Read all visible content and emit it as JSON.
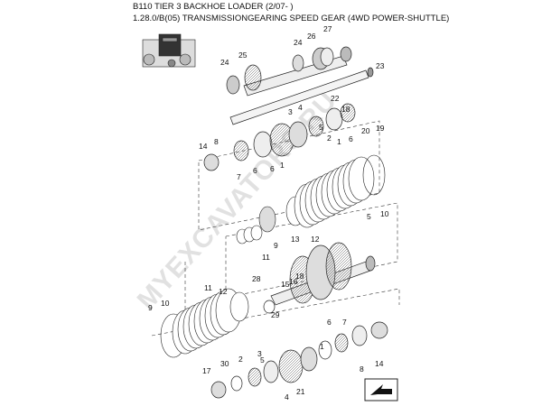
{
  "header": {
    "title": "B110 TIER 3 BACKHOE LOADER (2/07- )",
    "subtitle": "1.28.0/B(05) TRANSMISSIONGEARING SPEED GEAR (4WD POWER-SHUTTLE)"
  },
  "watermark": {
    "text": "MYEXCAVATORS.RU",
    "color": "#c9c9c9"
  },
  "callouts": [
    "27",
    "26",
    "24",
    "24",
    "25",
    "23",
    "22",
    "4",
    "3",
    "18",
    "20",
    "19",
    "5",
    "2",
    "1",
    "6",
    "8",
    "14",
    "6",
    "7",
    "6",
    "1",
    "5",
    "10",
    "9",
    "13",
    "12",
    "11",
    "18",
    "16",
    "15",
    "28",
    "11",
    "12",
    "29",
    "9",
    "10",
    "6",
    "7",
    "1",
    "8",
    "14",
    "3",
    "5",
    "2",
    "30",
    "17",
    "4",
    "21"
  ],
  "nav_icon": {
    "name": "next-page-arrow-icon"
  }
}
